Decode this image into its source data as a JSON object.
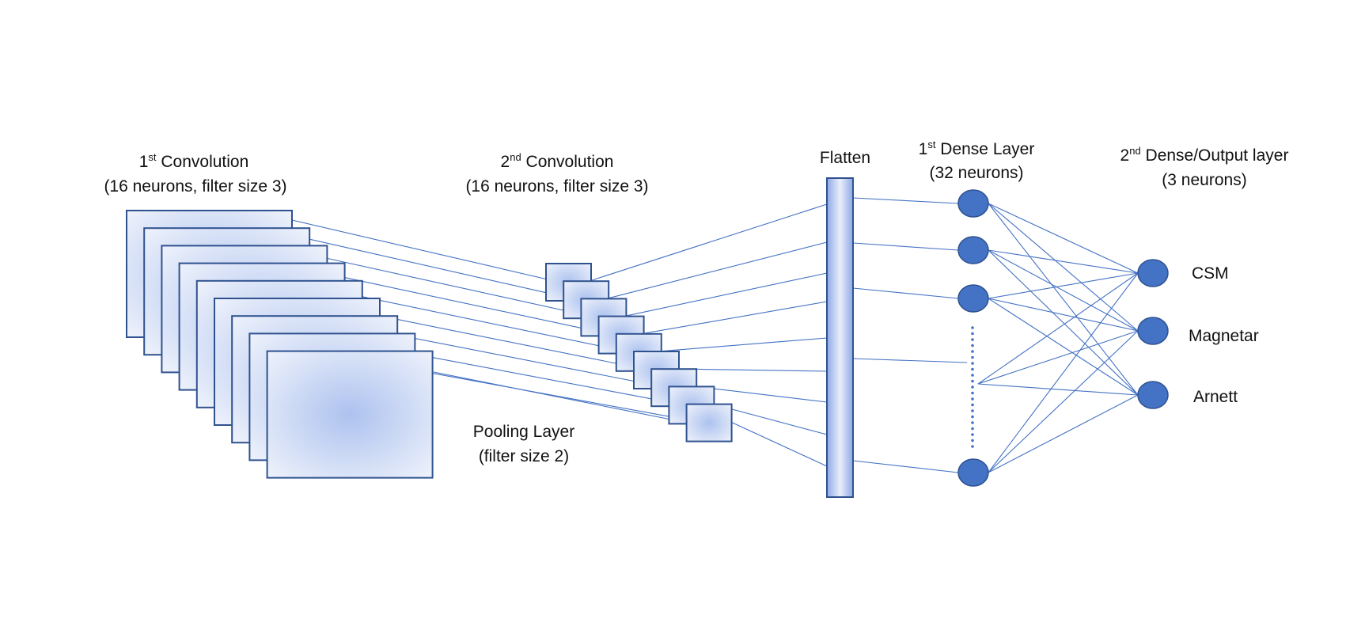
{
  "layers": {
    "conv1": {
      "ordinal": "1",
      "ordinal_suffix": "st",
      "title": " Convolution",
      "subtitle": "(16 neurons, filter size 3)"
    },
    "conv2": {
      "ordinal": "2",
      "ordinal_suffix": "nd",
      "title": " Convolution",
      "subtitle": "(16 neurons, filter size 3)"
    },
    "pooling": {
      "title": "Pooling Layer",
      "subtitle": "(filter size 2)"
    },
    "flatten": {
      "title": "Flatten"
    },
    "dense1": {
      "ordinal": "1",
      "ordinal_suffix": "st",
      "title": " Dense Layer",
      "subtitle": "(32 neurons)"
    },
    "dense2": {
      "ordinal": "2",
      "ordinal_suffix": "nd",
      "title": " Dense/Output layer",
      "subtitle": "(3 neurons)"
    }
  },
  "outputs": [
    "CSM",
    "Magnetar",
    "Arnett"
  ],
  "colors": {
    "neuron_fill": "#4472c4",
    "neuron_stroke": "#2f528f",
    "edge": "#4472c4",
    "map_center": "#b4c7f0",
    "map_edge": "#e9eefa"
  }
}
